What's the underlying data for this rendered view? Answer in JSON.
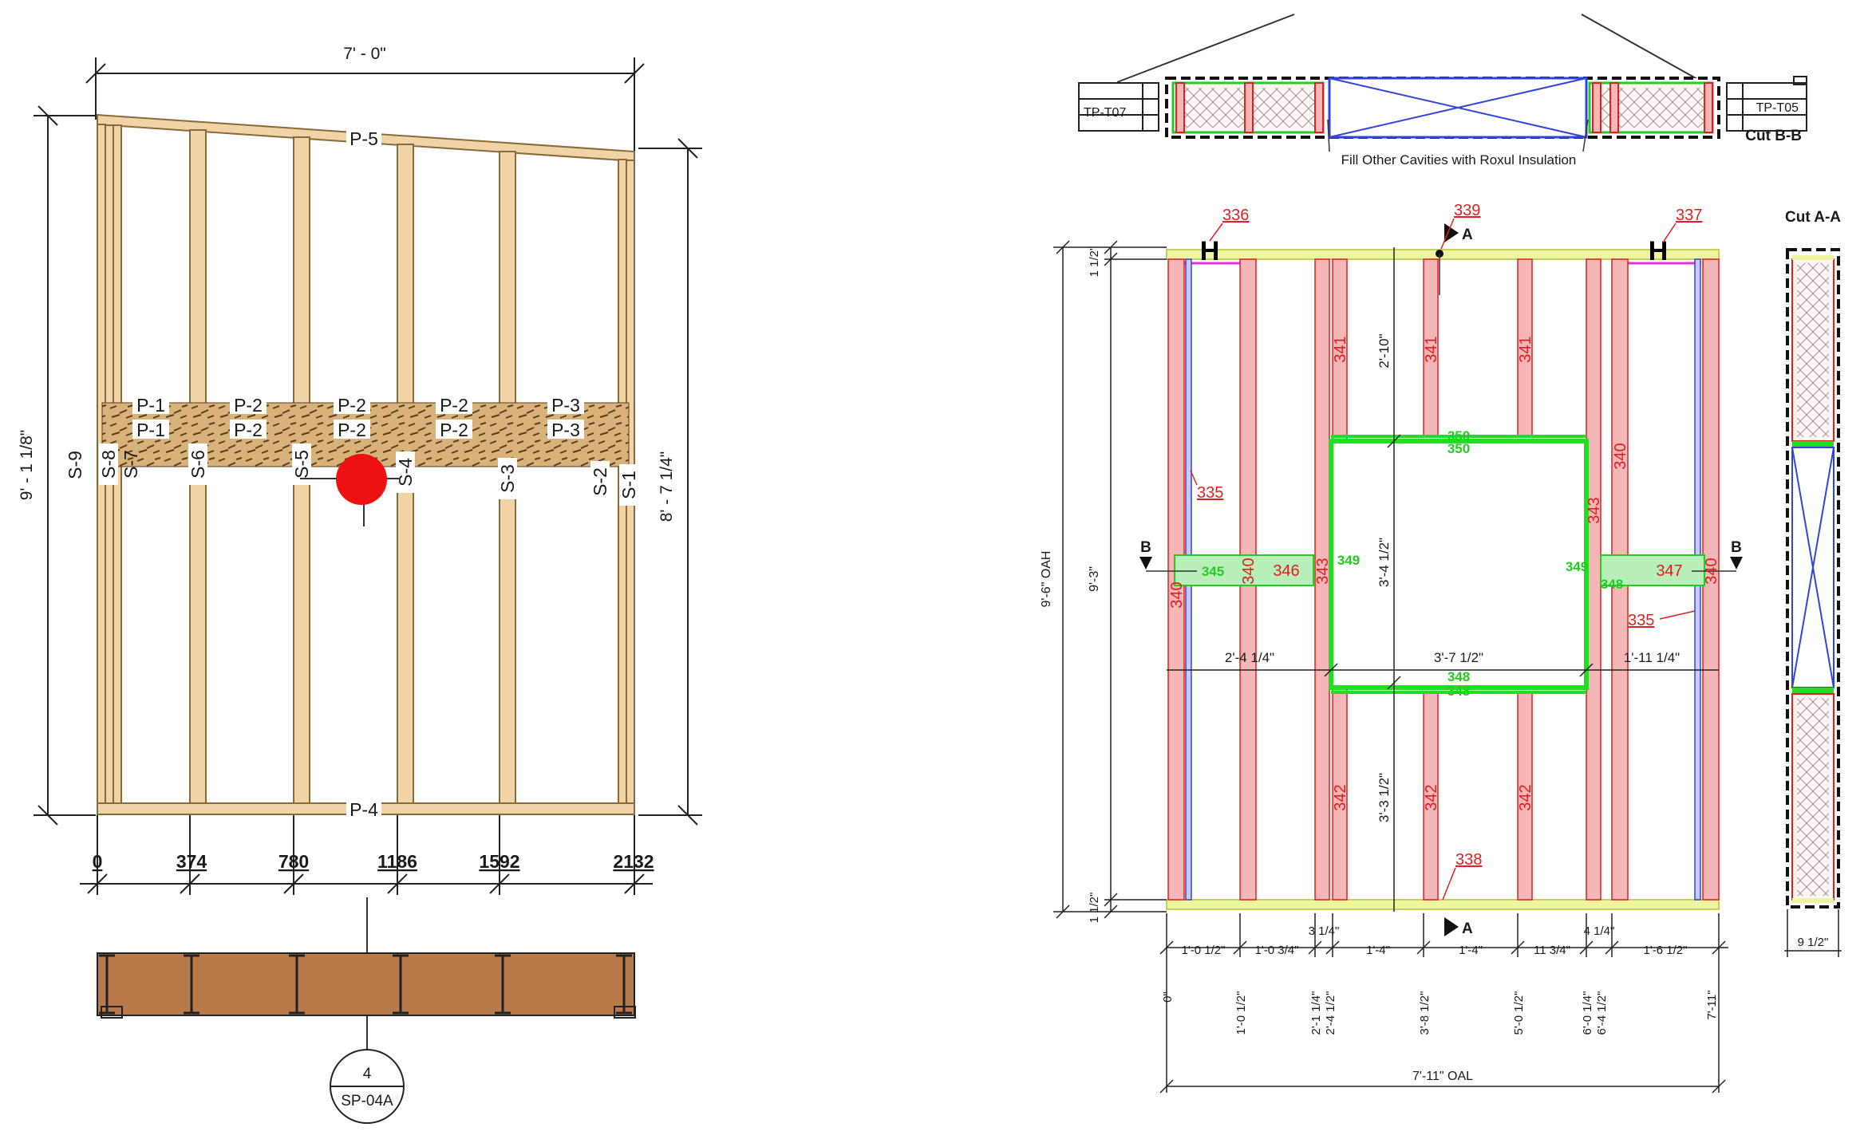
{
  "colors": {
    "stud_fill": "#f2d3a6",
    "stud_stroke": "#8a6a3a",
    "osb": "#d9b27a",
    "plan_wood": "#b87a48",
    "member_red": "#f4b6b6",
    "member_red_stroke": "#e02020",
    "opening_green": "#22dd22",
    "plate_yellow": "#eef5a0",
    "marker_red": "#ee1111",
    "insul_blue": "#3344dd"
  },
  "left": {
    "top_dim": "7' - 0\"",
    "left_dim": "9' - 1 1/8\"",
    "right_dim": "8' - 7 1/4\"",
    "top_plate": "P-5",
    "bottom_plate": "P-4",
    "panels_upper": [
      "P-1",
      "P-2",
      "P-2",
      "P-2",
      "P-3"
    ],
    "panels_lower": [
      "P-1",
      "P-2",
      "P-2",
      "P-2",
      "P-3"
    ],
    "studs": [
      "S-9",
      "S-8",
      "S-7",
      "S-6",
      "S-5",
      "S-4",
      "S-3",
      "S-2",
      "S-1"
    ],
    "positions": [
      "0",
      "374",
      "780",
      "1186",
      "1592",
      "2132"
    ],
    "section_number": "4",
    "section_sheet": "SP-04A"
  },
  "cut_b": {
    "left_tag": "TP-T07",
    "right_tag": "TP-T05",
    "title": "Cut B-B",
    "note": "Fill Other Cavities with Roxul Insulation"
  },
  "elevation": {
    "overall_height": "9'-6\" OAH",
    "inner_height": "9'-3\"",
    "top_plate_dim": "1 1/2\"",
    "bottom_plate_dim": "1 1/2\"",
    "upper_dim": "2'-10\"",
    "opening_height": "3'-4 1/2\"",
    "lower_dim": "3'-3 1/2\"",
    "left_width": "2'-4 1/4\"",
    "opening_width": "3'-7 1/2\"",
    "right_width": "1'-11 1/4\"",
    "section_marker": "A",
    "side_marker": "B",
    "tags": {
      "t335": "335",
      "t336": "336",
      "t337": "337",
      "t338": "338",
      "t339": "339",
      "t340": "340",
      "t341": "341",
      "t342": "342",
      "t343": "343",
      "t345": "345",
      "t346": "346",
      "t347": "347",
      "t348": "348",
      "t349": "349",
      "t350": "350"
    },
    "spacings": [
      "1'-0 1/2\"",
      "1'-0 3/4\"",
      "3 1/4\"",
      "1'-4\"",
      "1'-4\"",
      "11 3/4\"",
      "4 1/4\"",
      "1'-6 1/2\""
    ],
    "ordinates": [
      "0\"",
      "1'-0 1/2\"",
      "2'-1 1/4\"",
      "2'-4 1/2\"",
      "3'-8 1/2\"",
      "5'-0 1/2\"",
      "6'-0 1/4\"",
      "6'-4 1/2\"",
      "7'-11\""
    ],
    "overall_length": "7'-11\" OAL"
  },
  "cut_a": {
    "title": "Cut A-A",
    "width": "9 1/2\""
  }
}
